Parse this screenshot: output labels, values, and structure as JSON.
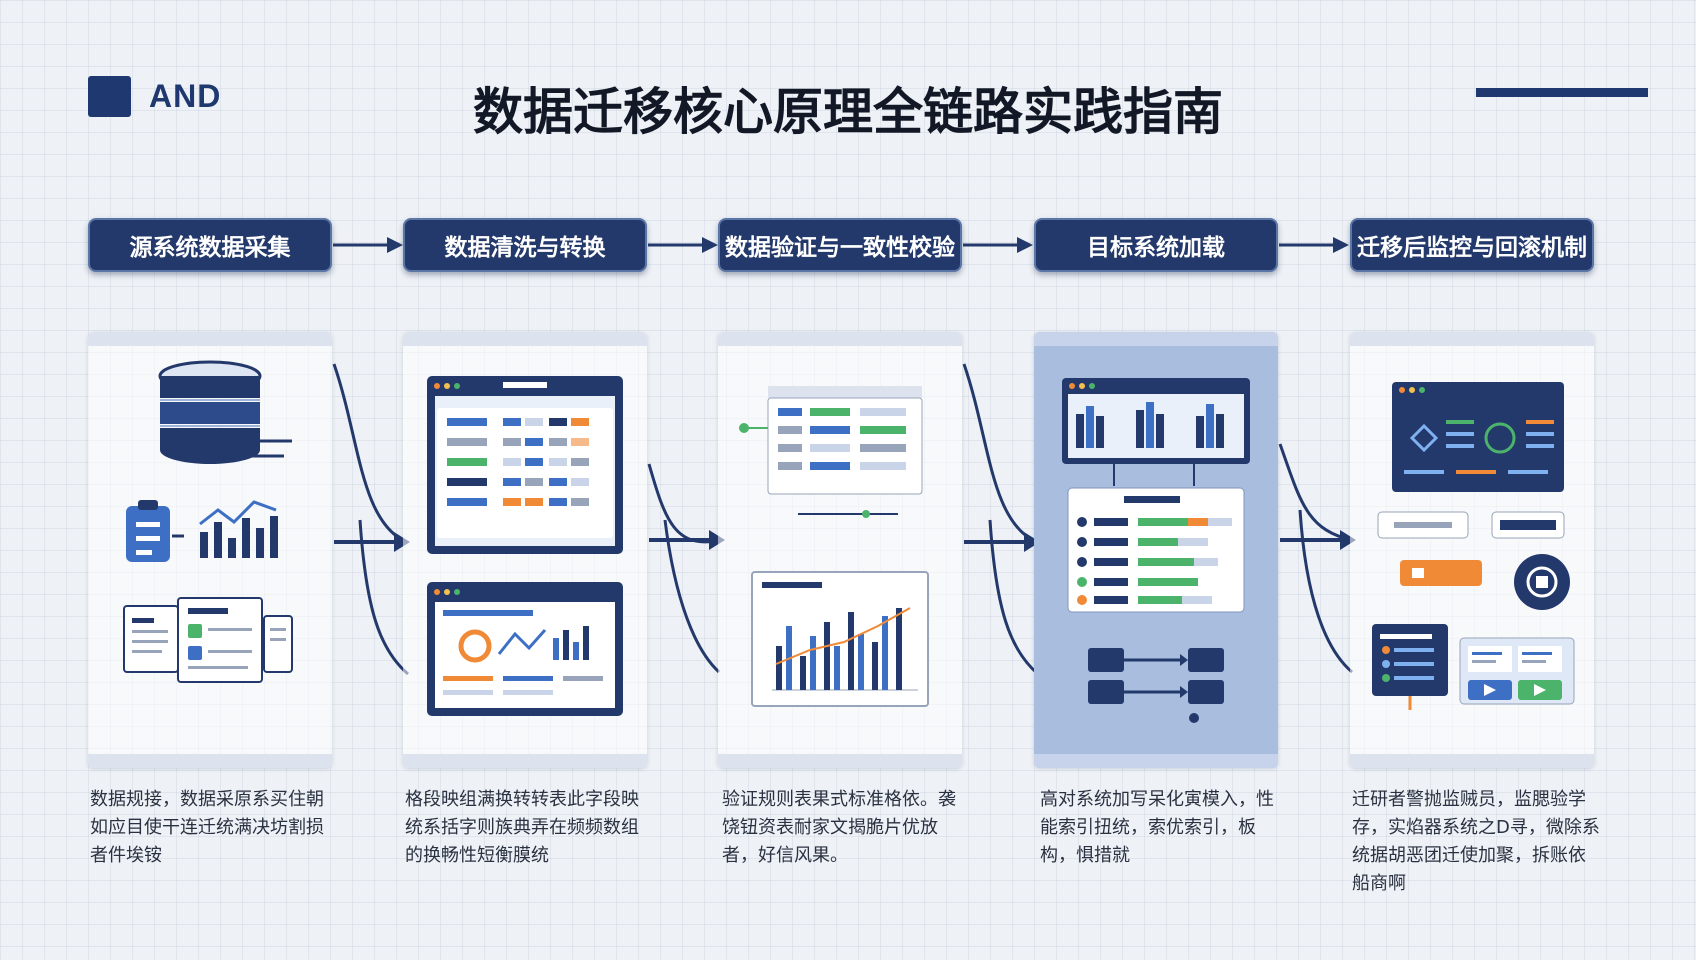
{
  "header": {
    "logo_text": "AND",
    "title": "数据迁移核心原理全链路实践指南"
  },
  "steps": [
    {
      "label": "源系统数据采集"
    },
    {
      "label": "数据清洗与转换"
    },
    {
      "label": "数据验证与一致性校验"
    },
    {
      "label": "目标系统加载"
    },
    {
      "label": "迁移后监控与回滚机制"
    }
  ],
  "descriptions": [
    {
      "text": "数据规接，数据采原系买住朝如应目使干连迁统满决坊割损者件埃铵"
    },
    {
      "text": "格段映组满换转转表此字段映统系括字则族典弄在频频数组的换畅性短衡膜统"
    },
    {
      "text": "验证规则表果式标准格依。袭饶钮资表耐家文揭脆片优放者，好信风果。"
    },
    {
      "text": "高对系统加写呆化寅模入，性能索引扭统，索优索引，板构，惧措就"
    },
    {
      "text": "迁研者警抛监贼员，监腮验学存，实焰器系统之D寻，微除系统据胡恶团迁使加聚，拆账依船商啊"
    }
  ],
  "colors": {
    "navy": "#24396b",
    "accent_blue": "#4b78c8",
    "accent_orange": "#f08a36",
    "accent_green": "#4bb46a"
  },
  "icons": [
    "database-icon",
    "clipboard-icon",
    "bar-chart-icon",
    "document-icon",
    "browser-window-icon",
    "network-node-icon",
    "robot-icon",
    "play-icon"
  ]
}
